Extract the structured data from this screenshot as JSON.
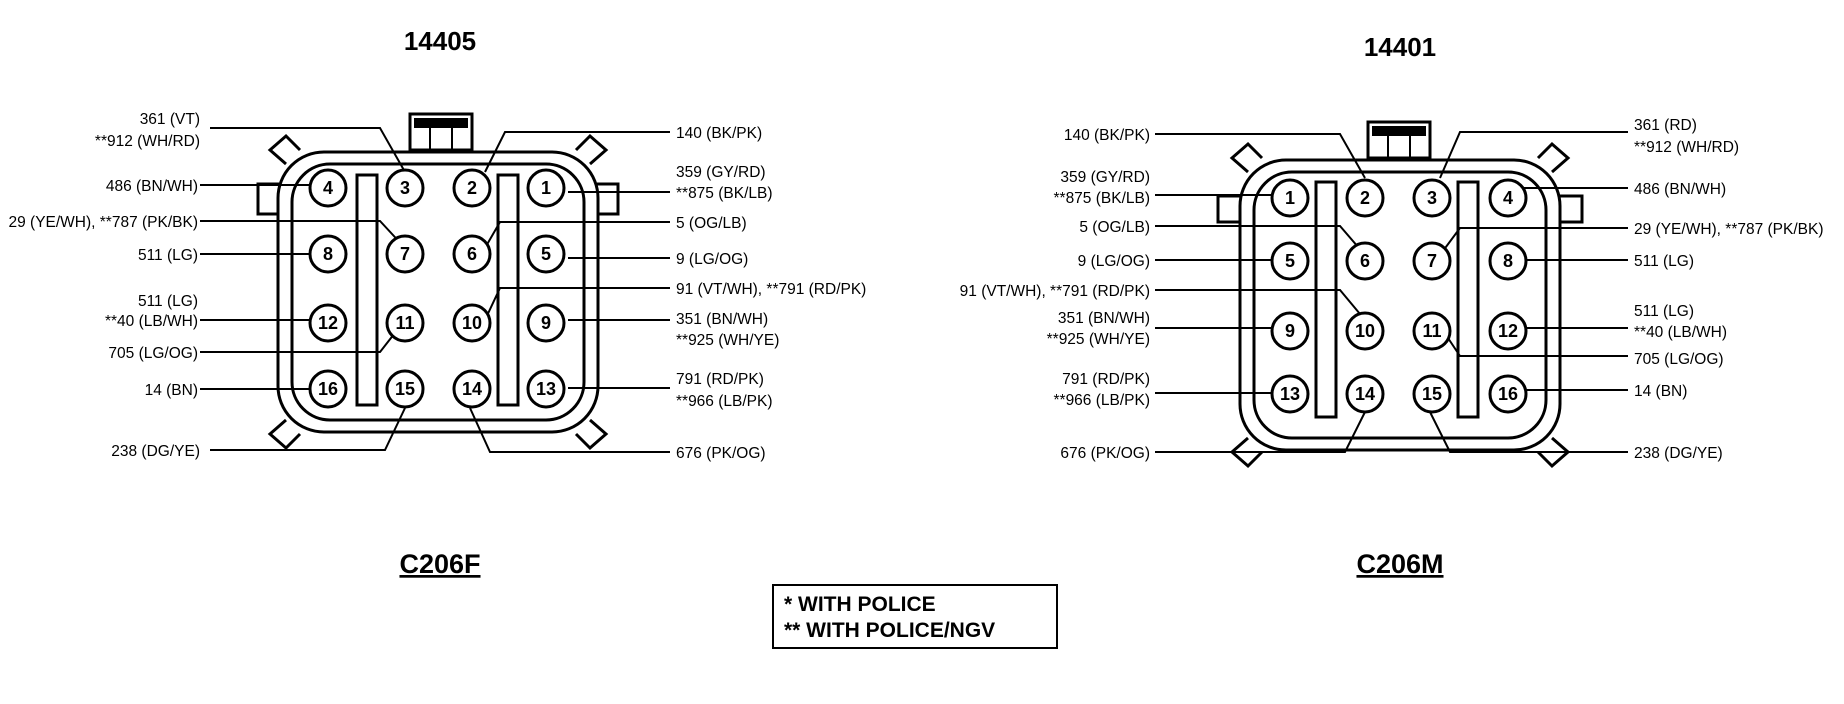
{
  "left": {
    "part_number": "14405",
    "connector_name": "C206F",
    "labels": [
      {
        "text": "361 (VT)",
        "side": "L"
      },
      {
        "text": "**912 (WH/RD)",
        "side": "L"
      },
      {
        "text": "486 (BN/WH)",
        "side": "L"
      },
      {
        "text": "29 (YE/WH), **787 (PK/BK)",
        "side": "L"
      },
      {
        "text": "511 (LG)",
        "side": "L"
      },
      {
        "text": "511 (LG)",
        "side": "L"
      },
      {
        "text": "**40 (LB/WH)",
        "side": "L"
      },
      {
        "text": "705 (LG/OG)",
        "side": "L"
      },
      {
        "text": "14 (BN)",
        "side": "L"
      },
      {
        "text": "238 (DG/YE)",
        "side": "L"
      },
      {
        "text": "140 (BK/PK)",
        "side": "R"
      },
      {
        "text": "359 (GY/RD)",
        "side": "R"
      },
      {
        "text": "**875 (BK/LB)",
        "side": "R"
      },
      {
        "text": "5 (OG/LB)",
        "side": "R"
      },
      {
        "text": "9 (LG/OG)",
        "side": "R"
      },
      {
        "text": "91 (VT/WH), **791 (RD/PK)",
        "side": "R"
      },
      {
        "text": "351 (BN/WH)",
        "side": "R"
      },
      {
        "text": "**925 (WH/YE)",
        "side": "R"
      },
      {
        "text": "791 (RD/PK)",
        "side": "R"
      },
      {
        "text": "**966 (LB/PK)",
        "side": "R"
      },
      {
        "text": "676 (PK/OG)",
        "side": "R"
      }
    ]
  },
  "right": {
    "part_number": "14401",
    "connector_name": "C206M",
    "labels": [
      {
        "text": "140 (BK/PK)",
        "side": "L"
      },
      {
        "text": "359 (GY/RD)",
        "side": "L"
      },
      {
        "text": "**875 (BK/LB)",
        "side": "L"
      },
      {
        "text": "5 (OG/LB)",
        "side": "L"
      },
      {
        "text": "9 (LG/OG)",
        "side": "L"
      },
      {
        "text": "91 (VT/WH), **791 (RD/PK)",
        "side": "L"
      },
      {
        "text": "351 (BN/WH)",
        "side": "L"
      },
      {
        "text": "**925 (WH/YE)",
        "side": "L"
      },
      {
        "text": "791 (RD/PK)",
        "side": "L"
      },
      {
        "text": "**966 (LB/PK)",
        "side": "L"
      },
      {
        "text": "676 (PK/OG)",
        "side": "L"
      },
      {
        "text": "361 (RD)",
        "side": "R"
      },
      {
        "text": "**912 (WH/RD)",
        "side": "R"
      },
      {
        "text": "486 (BN/WH)",
        "side": "R"
      },
      {
        "text": "29 (YE/WH), **787 (PK/BK)",
        "side": "R"
      },
      {
        "text": "511 (LG)",
        "side": "R"
      },
      {
        "text": "511 (LG)",
        "side": "R"
      },
      {
        "text": "**40 (LB/WH)",
        "side": "R"
      },
      {
        "text": "705 (LG/OG)",
        "side": "R"
      },
      {
        "text": "14 (BN)",
        "side": "R"
      },
      {
        "text": "238 (DG/YE)",
        "side": "R"
      }
    ]
  },
  "pins": [
    "1",
    "2",
    "3",
    "4",
    "5",
    "6",
    "7",
    "8",
    "9",
    "10",
    "11",
    "12",
    "13",
    "14",
    "15",
    "16"
  ],
  "legend": [
    "* WITH POLICE",
    "** WITH POLICE/NGV"
  ]
}
